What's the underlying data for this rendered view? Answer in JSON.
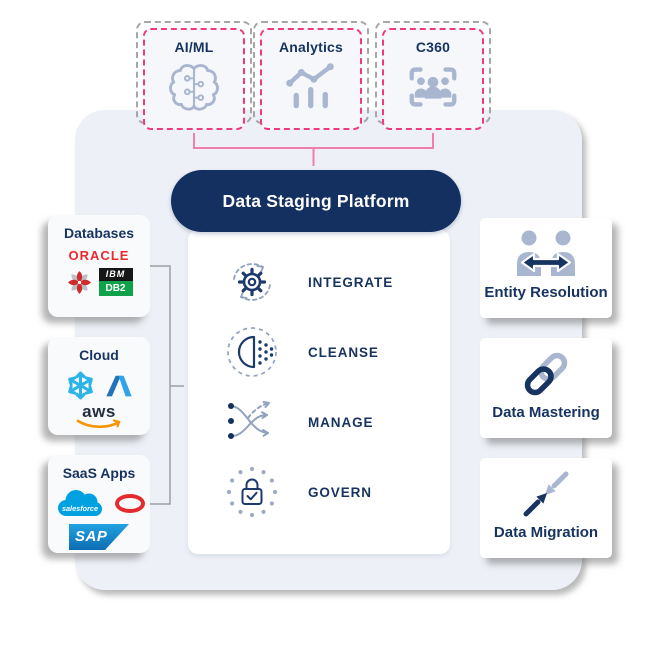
{
  "top_apps": [
    {
      "label": "AI/ML",
      "icon": "brain-circuit-icon"
    },
    {
      "label": "Analytics",
      "icon": "bar-line-chart-icon"
    },
    {
      "label": "C360",
      "icon": "customer-group-frame-icon"
    }
  ],
  "platform": {
    "title": "Data Staging Platform",
    "capabilities": [
      {
        "label": "INTEGRATE",
        "icon": "sync-gear-icon"
      },
      {
        "label": "CLEANSE",
        "icon": "cleanse-filter-icon"
      },
      {
        "label": "MANAGE",
        "icon": "flow-arrows-icon"
      },
      {
        "label": "GOVERN",
        "icon": "lock-check-icon"
      }
    ]
  },
  "source_groups": [
    {
      "title": "Databases",
      "logos": [
        "Oracle",
        "Microsoft SQL Server",
        "IBM DB2"
      ]
    },
    {
      "title": "Cloud",
      "logos": [
        "Snowflake",
        "Microsoft Azure",
        "AWS"
      ]
    },
    {
      "title": "SaaS Apps",
      "logos": [
        "Salesforce",
        "Oracle",
        "SAP"
      ]
    }
  ],
  "logo_text": {
    "oracle_wordmark": "ORACLE",
    "ibm": "IBM",
    "db2": "DB2",
    "aws": "aws",
    "salesforce": "salesforce",
    "sap": "SAP"
  },
  "services": [
    {
      "label": "Entity Resolution",
      "icon": "people-exchange-icon"
    },
    {
      "label": "Data Mastering",
      "icon": "chain-links-icon"
    },
    {
      "label": "Data Migration",
      "icon": "converging-arrows-icon"
    }
  ],
  "colors": {
    "navy_text": "#17335f",
    "pill_navy": "#143061",
    "accent_pink_dashed": "#ee3b80",
    "connector_pink": "#f07fae",
    "connector_grey": "#9b9fa4",
    "icon_slate": "#a9b6d0",
    "panel_bg": "#edf0f6",
    "oracle_red": "#ea2a2e",
    "snowflake_blue": "#2cb4e8",
    "azure_blue": "#2272b9",
    "aws_ink": "#232f3e",
    "aws_orange": "#f79400",
    "salesforce_blue": "#00a1e0",
    "ibm_black": "#161616",
    "db2_green": "#0fa24b",
    "sap_blue": "#0d6db4"
  }
}
